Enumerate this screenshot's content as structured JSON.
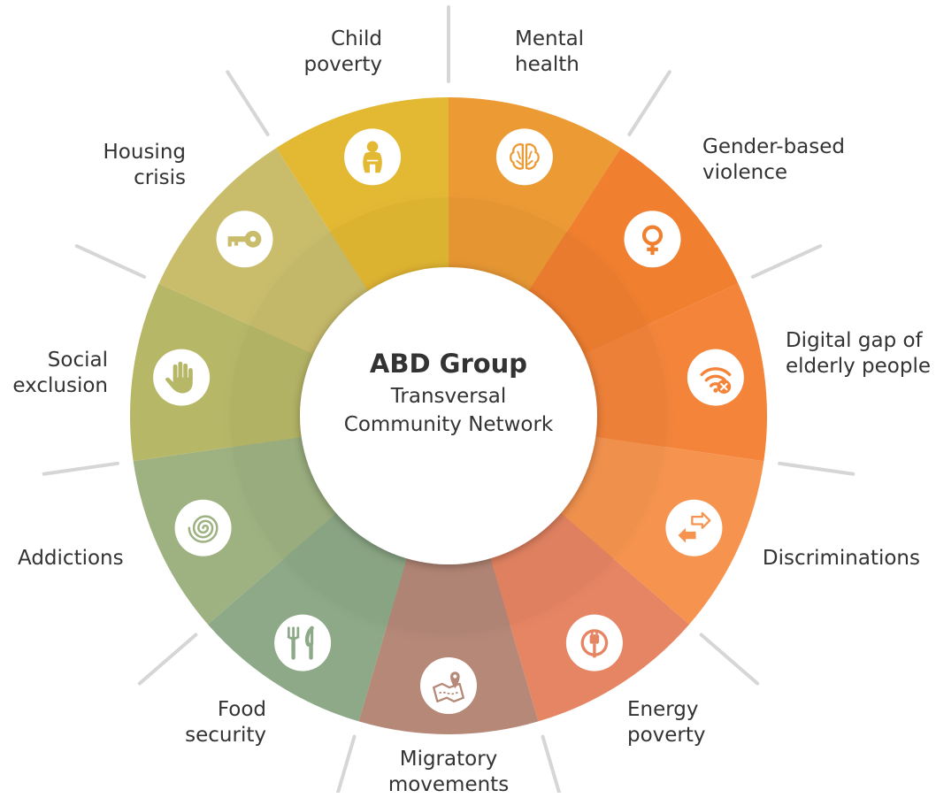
{
  "center": {
    "title": "ABD Group",
    "subtitle_lines": [
      "Transversal",
      "Community Network"
    ]
  },
  "segments": [
    {
      "id": "mental-health",
      "lines": [
        "Mental",
        "health"
      ],
      "color": "#ec9a34",
      "icon": "brain-icon"
    },
    {
      "id": "gender-based-violence",
      "lines": [
        "Gender-based",
        "violence"
      ],
      "color": "#f07f2f",
      "icon": "female-symbol-icon"
    },
    {
      "id": "digital-gap",
      "lines": [
        "Digital gap of",
        "elderly people"
      ],
      "color": "#f3843a",
      "icon": "wifi-off-icon"
    },
    {
      "id": "discriminations",
      "lines": [
        "Discriminations"
      ],
      "color": "#f6944f",
      "icon": "arrows-icon"
    },
    {
      "id": "energy-poverty",
      "lines": [
        "Energy",
        "poverty"
      ],
      "color": "#e68563",
      "icon": "power-plug-icon"
    },
    {
      "id": "migratory-movements",
      "lines": [
        "Migratory",
        "movements"
      ],
      "color": "#b58878",
      "icon": "map-pin-icon"
    },
    {
      "id": "food-security",
      "lines": [
        "Food",
        "security"
      ],
      "color": "#8da987",
      "icon": "fork-knife-icon"
    },
    {
      "id": "addictions",
      "lines": [
        "Addictions"
      ],
      "color": "#9db181",
      "icon": "spiral-icon"
    },
    {
      "id": "social-exclusion",
      "lines": [
        "Social",
        "exclusion"
      ],
      "color": "#b7b768",
      "icon": "hand-icon"
    },
    {
      "id": "housing-crisis",
      "lines": [
        "Housing",
        "crisis"
      ],
      "color": "#c9bd6c",
      "icon": "key-icon"
    },
    {
      "id": "child-poverty",
      "lines": [
        "Child",
        "poverty"
      ],
      "color": "#e3b833",
      "icon": "sitting-child-icon"
    }
  ]
}
